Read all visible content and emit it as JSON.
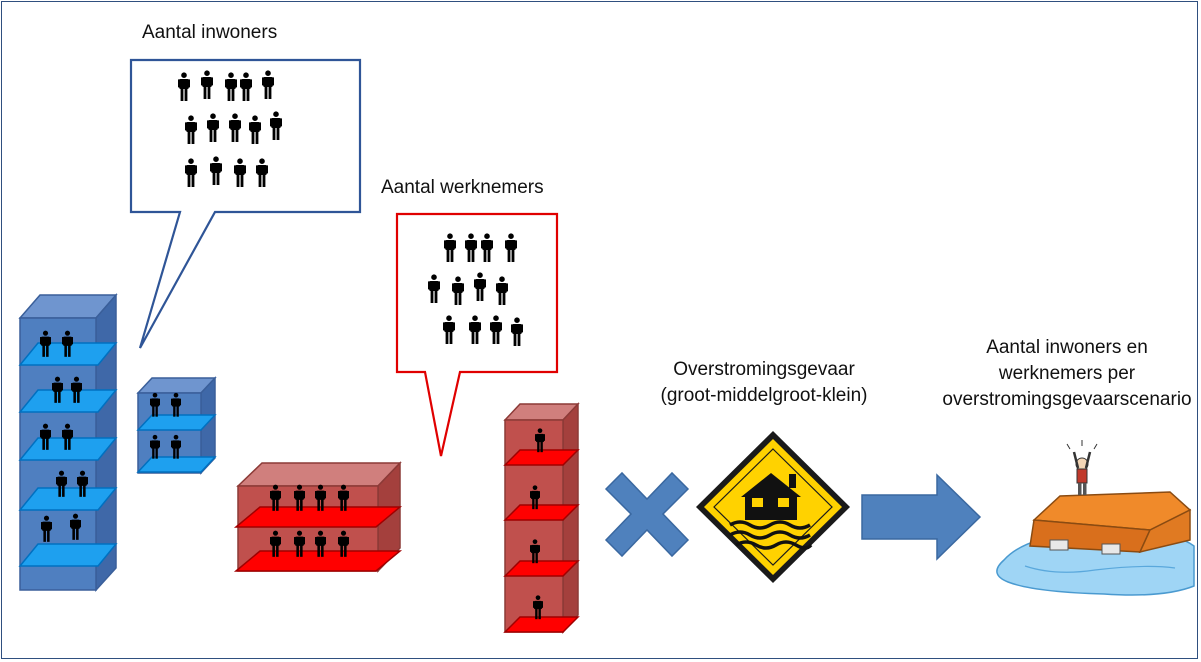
{
  "labels": {
    "inhabitants": "Aantal inwoners",
    "employees": "Aantal werknemers",
    "hazard_line1": "Overstromingsgevaar",
    "hazard_line2": "(groot-middelgroot-klein)",
    "result_line1": "Aantal inwoners en",
    "result_line2": "werknemers per",
    "result_line3": "overstromingsgevaarscenario"
  },
  "icons": {
    "person": "person-icon",
    "multiply": "multiply-icon",
    "arrow": "arrow-right-icon",
    "flood_sign": "flood-warning-sign-icon",
    "flooded_house": "flooded-house-icon"
  },
  "colors": {
    "residential": "#4f7fc0",
    "residential_floor": "#1ea0ef",
    "work": "#c0504d",
    "work_floor": "#ff0000",
    "callout_blue": "#2f5597",
    "callout_red": "#e00000",
    "cross": "#4f81bd",
    "arrow": "#4f81bd",
    "sign": "#ffd200"
  }
}
